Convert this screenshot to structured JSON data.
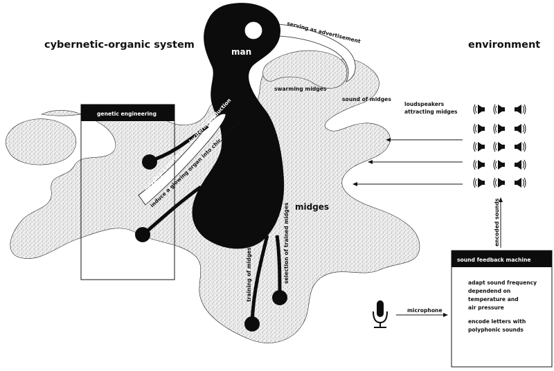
{
  "headings": {
    "left": "cybernetic-organic system",
    "right": "environment"
  },
  "boxes": {
    "genetic_engineering": "genetic engineering",
    "sound_feedback_machine": "sound feedback machine",
    "sfm_line1": "adapt sound frequency",
    "sfm_line2": "dependend on",
    "sfm_line3": "temperature and",
    "sfm_line4": "air pressure",
    "sfm_line5": "encode letters with",
    "sfm_line6": "polyphonic sounds"
  },
  "organism": {
    "man": "man",
    "midges": "midges",
    "swarming_midges": "swarming midges",
    "sound_of_midges": "sound of midges"
  },
  "tendril_labels": {
    "advertisement": "serving as advertisement",
    "luciferin": "develop a continuous luciferin production",
    "glowing_organ": "induce a glowing organ into chir. riparius",
    "training": "training of midges",
    "selection": "selection of trained midges"
  },
  "environment": {
    "loudspeakers_line1": "loudspeakers",
    "loudspeakers_line2": "attracting midges",
    "encoded_sounds": "encoded sounds",
    "microphone": "microphone"
  },
  "icons": [
    "speaker-icon",
    "microphone-icon"
  ],
  "colors": {
    "ink": "#111111",
    "paper": "#ffffff",
    "stipple": "#eeeeee"
  }
}
